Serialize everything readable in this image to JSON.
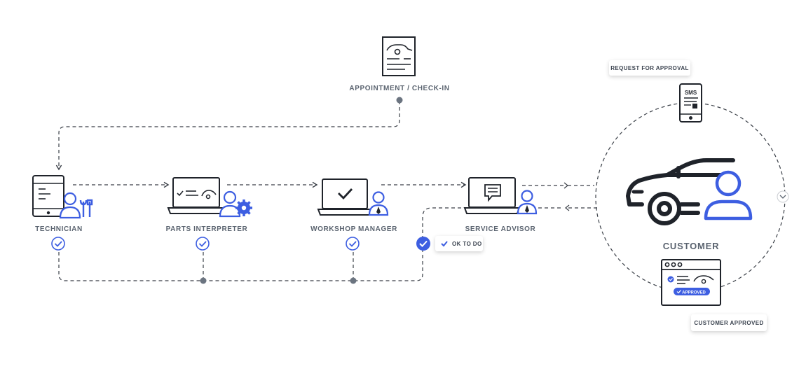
{
  "nodes": {
    "appointment": {
      "label": "APPOINTMENT / CHECK-IN"
    },
    "technician": {
      "label": "TECHNICIAN"
    },
    "parts_interpreter": {
      "label": "PARTS INTERPRETER"
    },
    "workshop_manager": {
      "label": "WORKSHOP MANAGER"
    },
    "service_advisor": {
      "label": "SERVICE ADVISOR"
    },
    "customer": {
      "label": "CUSTOMER"
    }
  },
  "bubbles": {
    "request_for_approval": "REQUEST FOR APPROVAL",
    "ok_to_do": "OK TO DO",
    "customer_approved": "CUSTOMER APPROVED"
  },
  "sms_label": "SMS",
  "approved_badge": "APPROVED",
  "colors": {
    "accent": "#3d5ee1",
    "ink": "#1f232a",
    "line": "#3a3f47",
    "dot": "#6b7480",
    "label": "#5b6470"
  }
}
